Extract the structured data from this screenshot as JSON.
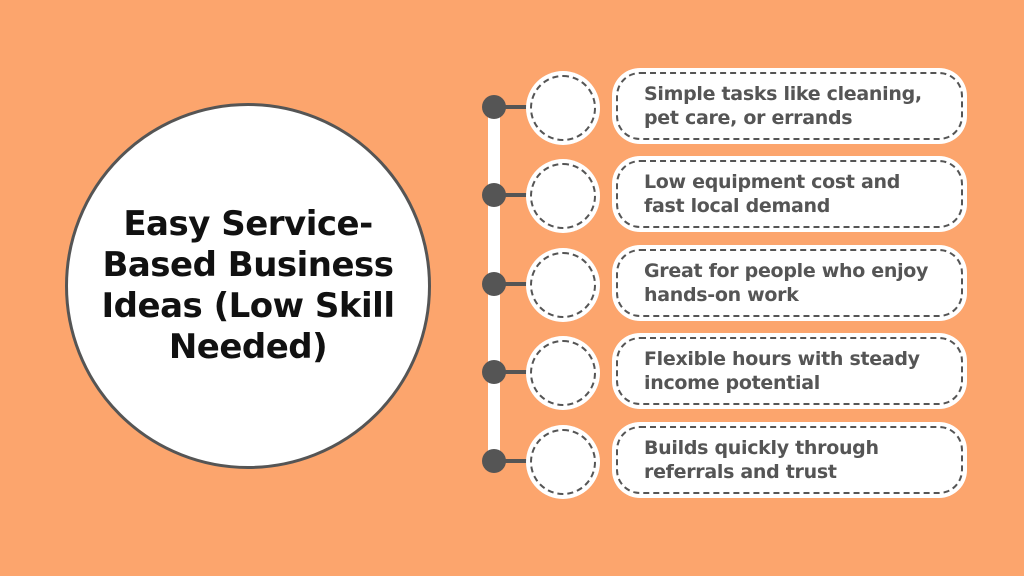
{
  "title": "Easy Service-Based Business Ideas (Low Skill Needed)",
  "colors": {
    "background": "#fca56d",
    "dark": "#555555",
    "white": "#ffffff",
    "title_text": "#111111"
  },
  "points": [
    {
      "line1": "Simple tasks like cleaning,",
      "line2": "pet care, or errands"
    },
    {
      "line1": "Low equipment cost and",
      "line2": "fast local demand"
    },
    {
      "line1": "Great for people who enjoy",
      "line2": "hands-on work"
    },
    {
      "line1": "Flexible hours with steady",
      "line2": "income potential"
    },
    {
      "line1": "Builds quickly through",
      "line2": "referrals and trust"
    }
  ]
}
